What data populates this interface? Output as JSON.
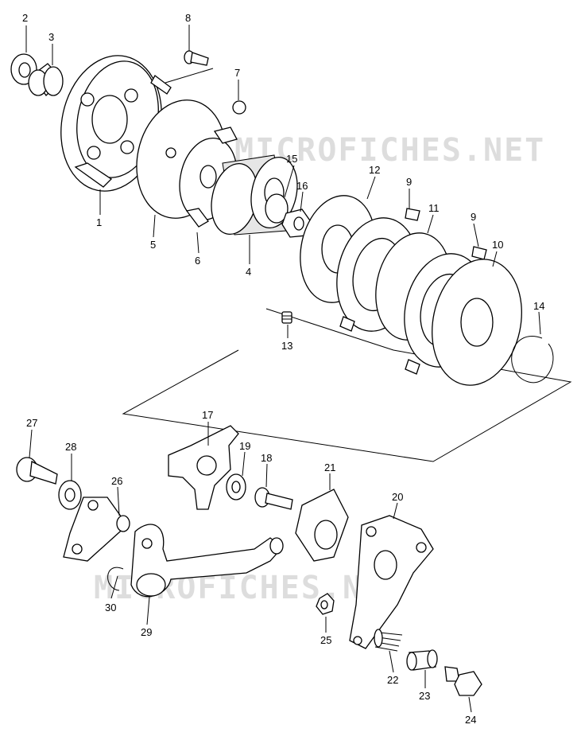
{
  "watermarks": [
    "MICROFICHES.NET",
    "MICROFICHES.NET"
  ],
  "callouts": [
    {
      "id": "2",
      "label": "2"
    },
    {
      "id": "3",
      "label": "3"
    },
    {
      "id": "8",
      "label": "8"
    },
    {
      "id": "7",
      "label": "7"
    },
    {
      "id": "1",
      "label": "1"
    },
    {
      "id": "5",
      "label": "5"
    },
    {
      "id": "6",
      "label": "6"
    },
    {
      "id": "4",
      "label": "4"
    },
    {
      "id": "15",
      "label": "15"
    },
    {
      "id": "16",
      "label": "16"
    },
    {
      "id": "12",
      "label": "12"
    },
    {
      "id": "9a",
      "label": "9"
    },
    {
      "id": "11",
      "label": "11"
    },
    {
      "id": "9b",
      "label": "9"
    },
    {
      "id": "10",
      "label": "10"
    },
    {
      "id": "14",
      "label": "14"
    },
    {
      "id": "13",
      "label": "13"
    },
    {
      "id": "27",
      "label": "27"
    },
    {
      "id": "28",
      "label": "28"
    },
    {
      "id": "26",
      "label": "26"
    },
    {
      "id": "17",
      "label": "17"
    },
    {
      "id": "19",
      "label": "19"
    },
    {
      "id": "18",
      "label": "18"
    },
    {
      "id": "21",
      "label": "21"
    },
    {
      "id": "20",
      "label": "20"
    },
    {
      "id": "30",
      "label": "30"
    },
    {
      "id": "29",
      "label": "29"
    },
    {
      "id": "25",
      "label": "25"
    },
    {
      "id": "22",
      "label": "22"
    },
    {
      "id": "23",
      "label": "23"
    },
    {
      "id": "24",
      "label": "24"
    }
  ]
}
